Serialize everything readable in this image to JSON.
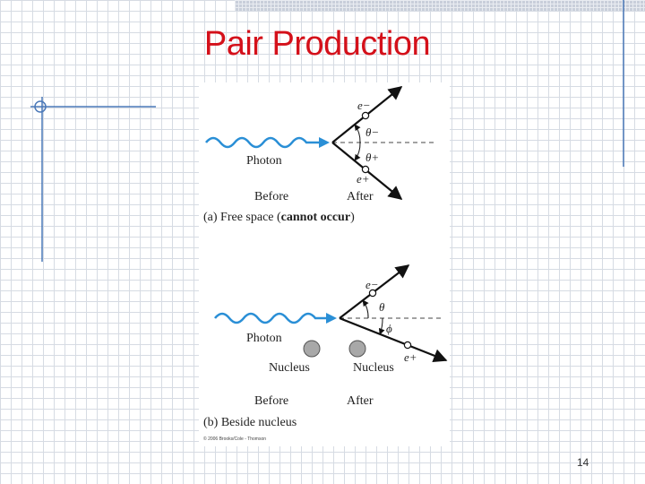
{
  "slide": {
    "title": "Pair Production",
    "page_number": "14"
  },
  "colors": {
    "title": "#d4101a",
    "decor_lines": "#4a78b8",
    "grid": "#d6dbe3"
  },
  "figure": {
    "panel_a": {
      "photon_label": "Photon",
      "electron_label": "e−",
      "positron_label": "e+",
      "theta_minus": "θ−",
      "theta_plus": "θ+",
      "before_label": "Before",
      "after_label": "After",
      "caption_prefix": "(a)  Free space  (",
      "caption_bold": "cannot occur",
      "caption_suffix": ")"
    },
    "panel_b": {
      "photon_label": "Photon",
      "nucleus_before_label": "Nucleus",
      "nucleus_after_label": "Nucleus",
      "electron_label": "e−",
      "positron_label": "e+",
      "theta": "θ",
      "phi": "ϕ",
      "before_label": "Before",
      "after_label": "After",
      "caption": "(b)  Beside nucleus"
    },
    "copyright": "© 2006 Brooks/Cole - Thomson"
  }
}
